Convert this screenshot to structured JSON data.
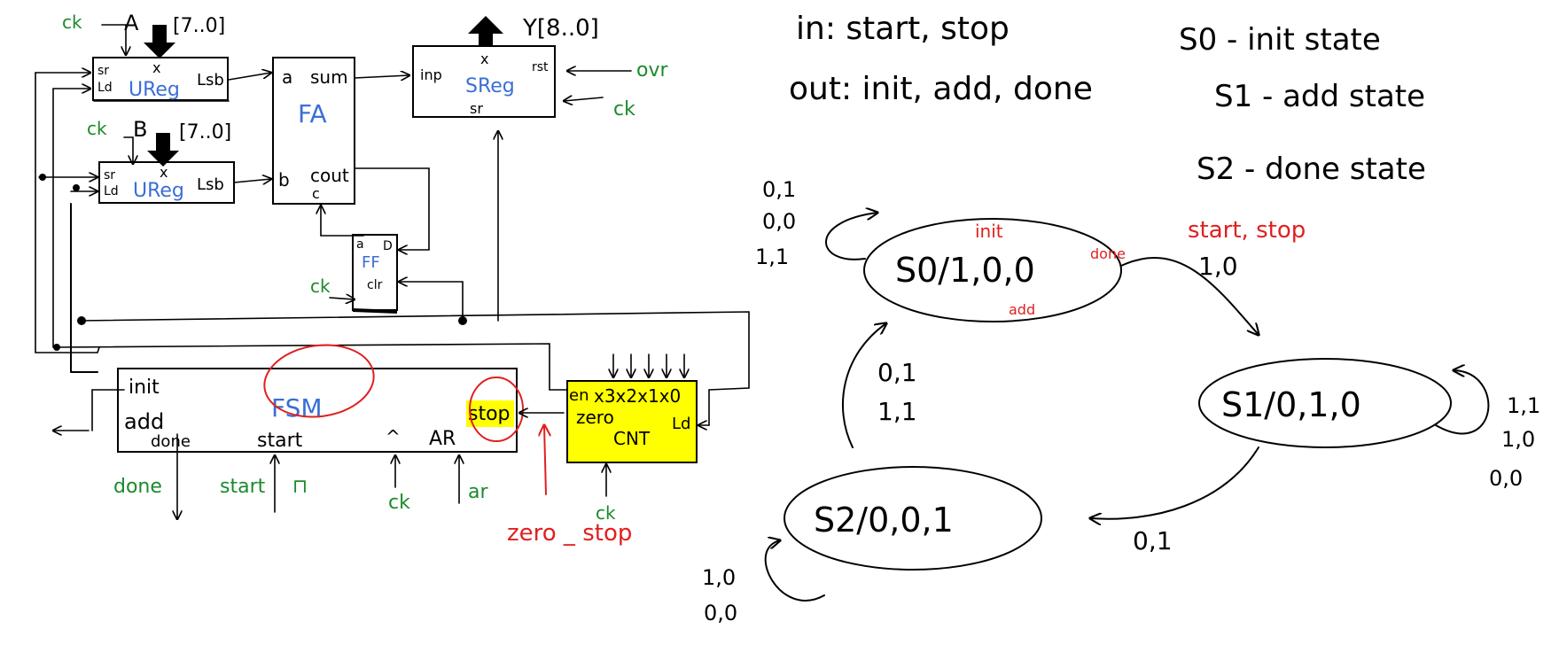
{
  "colors": {
    "ink": "#000000",
    "blue": "#3a6fd6",
    "green": "#1b8a2a",
    "red": "#e02020",
    "highlight": "#ffff00"
  },
  "circuit": {
    "ck_a": "ck",
    "a_label": "A",
    "a_bus": "[7..0]",
    "ureg_a": {
      "sr": "sr",
      "ld": "Ld",
      "x": "x",
      "name": "UReg",
      "lsb": "Lsb"
    },
    "ck_b": "ck",
    "b_label": "B",
    "b_bus": "[7..0]",
    "ureg_b": {
      "sr": "sr",
      "ld": "Ld",
      "x": "x",
      "name": "UReg",
      "lsb": "Lsb"
    },
    "fa": {
      "a": "a",
      "sum": "sum",
      "name": "FA",
      "b": "b",
      "cout": "cout",
      "c": "c"
    },
    "y_label": "Y[8..0]",
    "sreg": {
      "inp": "inp",
      "x": "x",
      "name": "SReg",
      "rst": "rst",
      "sr": "sr"
    },
    "ovr": "ovr",
    "ck_sreg": "ck",
    "ff": {
      "a": "a",
      "d": "D",
      "name": "FF",
      "clr": "clr"
    },
    "ck_ff": "ck",
    "fsm": {
      "init": "init",
      "add": "add",
      "done": "done",
      "name": "FSM",
      "start": "start",
      "ck": "^",
      "ar": "AR",
      "stop": "stop"
    },
    "cnt": {
      "en": "en",
      "bits": "x3x2x1x0",
      "zero": "zero",
      "name": "CNT",
      "ld": "Ld"
    },
    "bottom_done": "done",
    "bottom_start": "start",
    "pulse": "⊓",
    "bottom_ck": "ck",
    "bottom_ar": "ar",
    "bottom_ck_cnt": "ck",
    "zero_stop": "zero _ stop"
  },
  "fsm_spec": {
    "in_line": "in: start, stop",
    "out_line": "out: init, add, done",
    "s0_desc": "S0 - init state",
    "s1_desc": "S1 - add state",
    "s2_desc": "S2 - done state"
  },
  "state_diagram": {
    "s0": "S0/1,0,0",
    "s1": "S1/0,1,0",
    "s2": "S2/0,0,1",
    "s0_loop": [
      "0,1",
      "0,0",
      "1,1"
    ],
    "s0_ann_init": "init",
    "s0_ann_done": "done",
    "s0_ann_add": "add",
    "s0_s1_ann": "start, stop",
    "s0_s1": "1,0",
    "s1_loop": [
      "1,1",
      "1,0",
      "0,0"
    ],
    "s1_s2": "0,1",
    "s2_loop": [
      "1,0",
      "0,0"
    ],
    "s2_s0": [
      "0,1",
      "1,1"
    ]
  }
}
